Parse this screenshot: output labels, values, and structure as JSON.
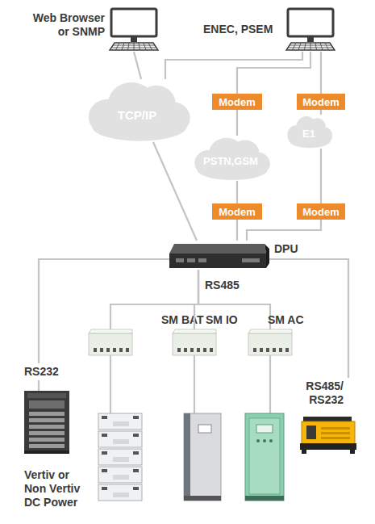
{
  "diagram": {
    "nodes": [
      {
        "text": [
          "Web Browser or SNMP"
        ]
      },
      {
        "text": [
          "ENEC, PSEM"
        ]
      },
      {
        "text": [
          "TCP/IP"
        ]
      },
      {
        "text": [
          "Modem"
        ]
      },
      {
        "text": [
          "Modem"
        ]
      },
      {
        "text": [
          "PSTN,GSM"
        ]
      },
      {
        "text": [
          "E1"
        ]
      },
      {
        "text": [
          "Modem"
        ]
      },
      {
        "text": [
          "Modem"
        ]
      },
      {
        "text": [
          "DPU"
        ]
      },
      {
        "text": [
          "SM BAT"
        ]
      },
      {
        "text": [
          "SM IO"
        ]
      },
      {
        "text": [
          "SM AC"
        ]
      },
      {
        "text": [
          "Vertiv or Non Vertiv DC Power"
        ]
      }
    ],
    "edges": [
      {
        "from": 0,
        "to": 2,
        "arrow": "none"
      },
      {
        "from": 1,
        "to": 2,
        "arrow": "none"
      },
      {
        "from": 1,
        "to": 3,
        "arrow": "none"
      },
      {
        "from": 1,
        "to": 4,
        "arrow": "none"
      },
      {
        "from": 3,
        "to": 5,
        "arrow": "none"
      },
      {
        "from": 5,
        "to": 7,
        "arrow": "none"
      },
      {
        "from": 4,
        "to": 6,
        "arrow": "none"
      },
      {
        "from": 6,
        "to": 8,
        "arrow": "none"
      },
      {
        "from": 2,
        "to": 9,
        "arrow": "none"
      },
      {
        "from": 7,
        "to": 9,
        "arrow": "none"
      },
      {
        "from": 8,
        "to": 9,
        "arrow": "none"
      },
      {
        "from": 9,
        "to": 10,
        "arrow": "none"
      },
      {
        "from": 9,
        "to": 11,
        "arrow": "none"
      },
      {
        "from": 9,
        "to": 12,
        "arrow": "none"
      },
      {
        "from": 9,
        "to": 13,
        "label": "RS232",
        "arrow": "none"
      }
    ],
    "labels": [
      "RS485",
      "RS485/ RS232"
    ]
  }
}
